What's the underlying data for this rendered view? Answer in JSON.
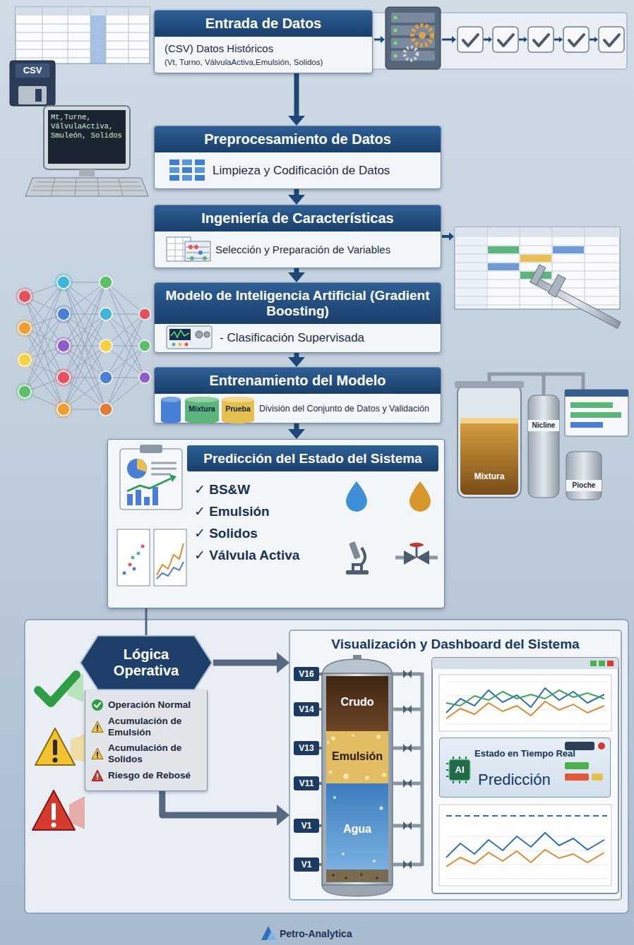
{
  "diagram": {
    "nodes": [
      {
        "text": [
          "Entrada de Datos",
          "(CSV) Datos Históricos",
          "(Vt, Turno, VálvulaActiva,Emulsión, Solidos)"
        ]
      },
      {
        "text": [
          "Preprocesamiento de Datos",
          "Limpieza y Codificación de Datos"
        ]
      },
      {
        "text": [
          "Ingeniería de Características",
          "Selección y Preparación de Variables"
        ]
      },
      {
        "text": [
          "Modelo de Inteligencia Artificial (Gradient Boosting)",
          "- Clasificación Supervisada"
        ]
      },
      {
        "text": [
          "Entrenamiento del Modelo",
          "División del Conjunto de Datos y Validación"
        ]
      },
      {
        "text": [
          "Predicción del Estado del Sistema",
          "✓ BS&W",
          "✓ Emulsión",
          "✓ Solidos",
          "✓ Válvula Activa"
        ]
      },
      {
        "text": [
          "Lógica Operativa",
          "Operación Normal",
          "Acumulación de Emulsión",
          "Acumulación de Solidos",
          "Riesgo de Rebosé"
        ]
      },
      {
        "text": [
          "Visualización y Dashboard del Sistema"
        ]
      },
      {
        "text": [
          "Estado en Tiempo Real",
          "Predicción"
        ],
        "in": 7
      }
    ],
    "edges": [
      {
        "from": 0,
        "to": 1,
        "arrow": "to"
      },
      {
        "from": 1,
        "to": 2,
        "arrow": "to"
      },
      {
        "from": 2,
        "to": 3,
        "arrow": "to"
      },
      {
        "from": 3,
        "to": 4,
        "arrow": "to"
      },
      {
        "from": 4,
        "to": 5,
        "arrow": "to"
      },
      {
        "from": 5,
        "to": 6,
        "arrow": "none"
      },
      {
        "from": 6,
        "to": 7,
        "arrow": "to"
      },
      {
        "from": 6,
        "to": 7,
        "arrow": "to"
      }
    ],
    "labels": [
      "CSV",
      "Mt,Turne, VálvulaActiva, Smuleón, Solidos",
      "Mixtura",
      "Prueba",
      "Mixtura",
      "Nicline",
      "Pioche",
      "V16",
      "V14",
      "V13",
      "V11",
      "V1",
      "V1",
      "Crudo",
      "Emulsión",
      "Agua",
      "AI",
      "Petro-Analytica"
    ]
  }
}
